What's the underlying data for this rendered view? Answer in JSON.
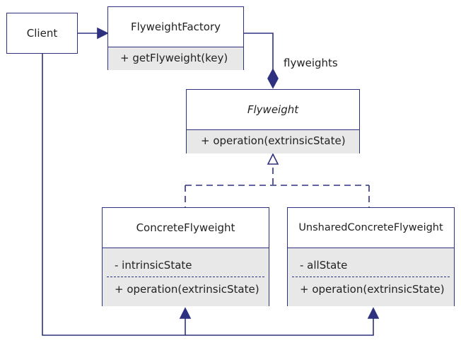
{
  "client": {
    "name": "Client"
  },
  "factory": {
    "name": "FlyweightFactory",
    "methods": [
      "+ getFlyweight(key)"
    ]
  },
  "flyweight": {
    "name": "Flyweight",
    "methods": [
      "+ operation(extrinsicState)"
    ]
  },
  "concrete": {
    "name": "ConcreteFlyweight",
    "attributes": [
      "- intrinsicState"
    ],
    "methods": [
      "+ operation(extrinsicState)"
    ]
  },
  "unshared": {
    "name": "UnsharedConcreteFlyweight",
    "attributes": [
      "- allState"
    ],
    "methods": [
      "+ operation(extrinsicState)"
    ]
  },
  "labels": {
    "flyweights": "flyweights"
  },
  "colors": {
    "stroke": "#2e3080",
    "section_fill": "#e8e8e8"
  }
}
